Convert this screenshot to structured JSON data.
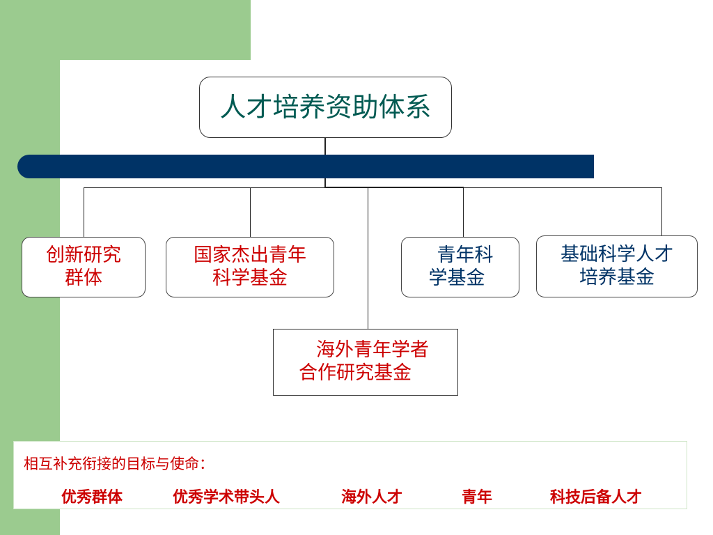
{
  "diagram": {
    "title": "人才培养资助体系",
    "nodes": [
      {
        "id": "innovation-group",
        "lines": [
          "创新研究",
          "群体"
        ],
        "color": "#cc0000"
      },
      {
        "id": "outstanding-youth",
        "lines": [
          "国家杰出青年",
          "科学基金"
        ],
        "color": "#cc0000"
      },
      {
        "id": "youth-fund",
        "lines": [
          "青年科",
          "学基金"
        ],
        "color": "#003366"
      },
      {
        "id": "basic-science-talent",
        "lines": [
          "基础科学人才",
          "培养基金"
        ],
        "color": "#003366"
      },
      {
        "id": "overseas-youth",
        "lines": [
          "海外青年学者",
          "合作研究基金"
        ],
        "color": "#cc0000"
      }
    ]
  },
  "mission": {
    "intro": "相互补充衔接的目标与使命：",
    "goals": [
      "优秀群体",
      "优秀学术带头人",
      "海外人才",
      "青年",
      "科技后备人才"
    ]
  },
  "colors": {
    "background_green": "#9bcb8f",
    "bar_navy": "#003366",
    "title_teal": "#005a52",
    "text_red": "#cc0000",
    "text_blue": "#003366"
  }
}
